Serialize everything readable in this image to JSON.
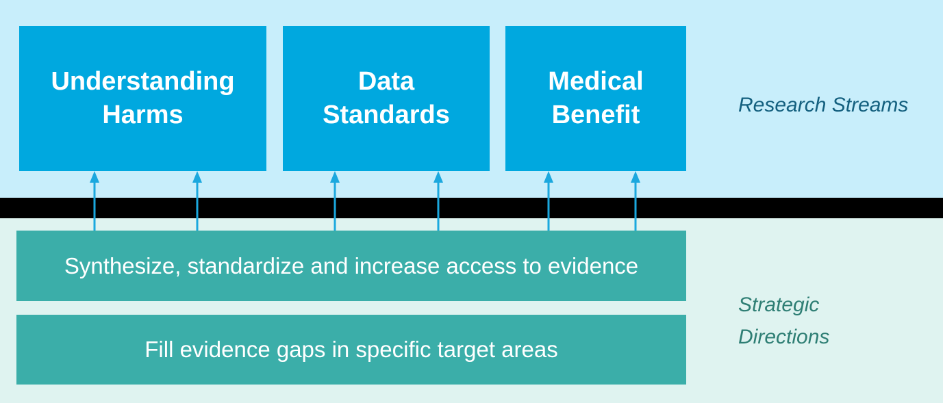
{
  "diagram": {
    "sections": {
      "research_streams": {
        "label": "Research Streams",
        "boxes": [
          "Understanding Harms",
          "Data Standards",
          "Medical Benefit"
        ]
      },
      "strategic_directions": {
        "label": "Strategic\nDirections",
        "boxes": [
          "Synthesize, standardize and increase access to evidence",
          "Fill evidence gaps in specific target areas"
        ]
      }
    },
    "colors": {
      "top_background": "#C8EEFB",
      "bottom_background": "#DFF3F0",
      "stream_box": "#00A8DF",
      "direction_box": "#3BAEA9",
      "divider": "#000000",
      "arrow": "#1BA8DE",
      "stream_label_text": "#14607F",
      "direction_label_text": "#2E7E74",
      "box_text": "#FFFFFF"
    }
  }
}
